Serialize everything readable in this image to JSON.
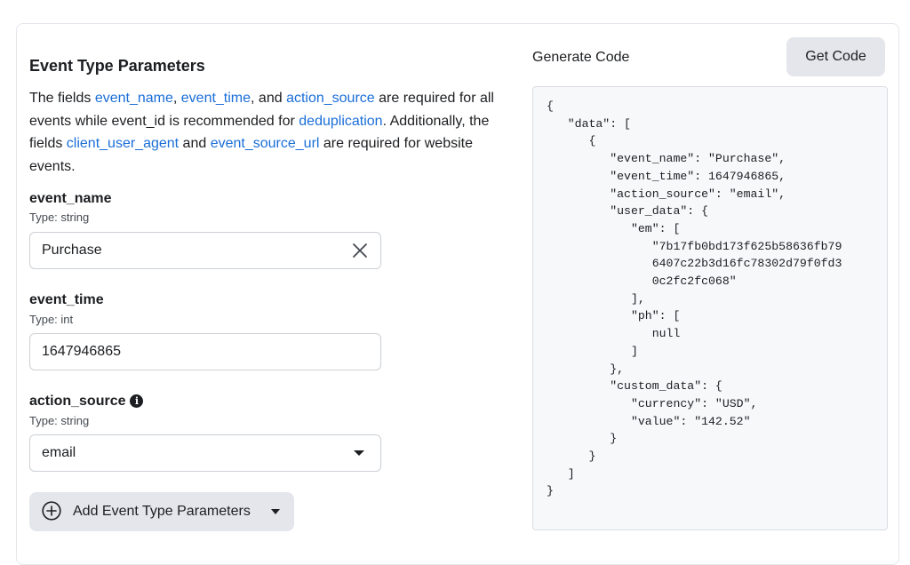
{
  "left_panel": {
    "title": "Event Type Parameters",
    "description": {
      "t1": "The fields ",
      "l1": "event_name",
      "t2": ", ",
      "l2": "event_time",
      "t3": ", and ",
      "l3": "action_source",
      "t4": " are required for all events while event_id is recommended for ",
      "l4": "deduplication",
      "t5": ". Additionally, the fields ",
      "l5": "client_user_agent",
      "t6": " and ",
      "l6": "event_source_url",
      "t7": " are required for website events."
    },
    "fields": [
      {
        "name": "event_name",
        "type": "Type: string",
        "value": "Purchase",
        "control": "clearable-input"
      },
      {
        "name": "event_time",
        "type": "Type: int",
        "value": "1647946865",
        "control": "input"
      },
      {
        "name": "action_source",
        "type": "Type: string",
        "value": "email",
        "control": "select"
      }
    ],
    "info_icon_glyph": "i",
    "add_button_label": "Add Event Type Parameters"
  },
  "right_panel": {
    "title": "Generate Code",
    "button_label": "Get Code",
    "code": "{\n   \"data\": [\n      {\n         \"event_name\": \"Purchase\",\n         \"event_time\": 1647946865,\n         \"action_source\": \"email\",\n         \"user_data\": {\n            \"em\": [\n               \"7b17fb0bd173f625b58636fb79\n               6407c22b3d16fc78302d79f0fd3\n               0c2fc2fc068\"\n            ],\n            \"ph\": [\n               null\n            ]\n         },\n         \"custom_data\": {\n            \"currency\": \"USD\",\n            \"value\": \"142.52\"\n         }\n      }\n   ]\n}"
  },
  "colors": {
    "link": "#1a6ed8",
    "button_bg": "#e4e6eb",
    "code_bg": "#f7f8fa",
    "text": "#1c1e21"
  }
}
